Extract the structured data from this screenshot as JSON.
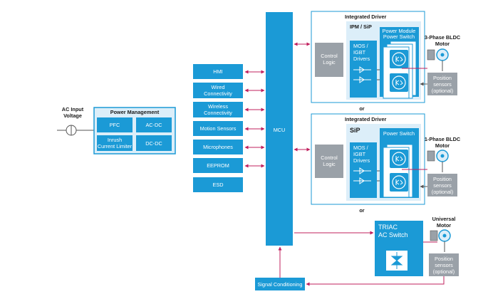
{
  "ac_input": {
    "line1": "AC Input",
    "line2": "Voltage"
  },
  "power_management": {
    "title": "Power Management",
    "pfc": "PFC",
    "acdc": "AC-DC",
    "inrush_line1": "Inrush",
    "inrush_line2": "Current Limiter",
    "dcdc": "DC-DC"
  },
  "peripherals": {
    "hmi": "HMI",
    "wired_line1": "Wired",
    "wired_line2": "Connectivity",
    "wireless_line1": "Wireless",
    "wireless_line2": "Connectivity",
    "motion": "Motion Sensors",
    "microphones": "Microphones",
    "eeprom": "EEPROM",
    "esd": "ESD"
  },
  "mcu": {
    "label": "MCU"
  },
  "signal_conditioning": {
    "label": "Signal Conditioning"
  },
  "driver1": {
    "title": "Integrated Driver",
    "inner_title": "IPM / SiP",
    "control_line1": "Control",
    "control_line2": "Logic",
    "mos_line1": "MOS /",
    "mos_line2": "IGBT",
    "mos_line3": "Drivers",
    "pm_line1": "Power Module",
    "pm_line2": "Power Switch",
    "motor_line1": "3-Phase BLDC",
    "motor_line2": "Motor",
    "pos_line1": "Position",
    "pos_line2": "sensors",
    "pos_line3": "(optional)"
  },
  "or_1": "or",
  "driver2": {
    "title": "Integrated Driver",
    "inner_title": "SiP",
    "control_line1": "Control",
    "control_line2": "Logic",
    "mos_line1": "MOS /",
    "mos_line2": "IGBT",
    "mos_line3": "Drivers",
    "ps_label": "Power Switch",
    "motor_line1": "1-Phase BLDC",
    "motor_line2": "Motor",
    "pos_line1": "Position",
    "pos_line2": "sensors",
    "pos_line3": "(optional)"
  },
  "or_2": "or",
  "triac": {
    "line1": "TRIAC",
    "line2": "AC Switch",
    "motor_line1": "Universal",
    "motor_line2": "Motor",
    "pos_line1": "Position",
    "pos_line2": "sensors",
    "pos_line3": "(optional)"
  },
  "colors": {
    "primary_blue": "#1b9ad6",
    "light_blue": "#dceef9",
    "gray": "#9aa1a8",
    "arrow_red": "#c0205e"
  }
}
